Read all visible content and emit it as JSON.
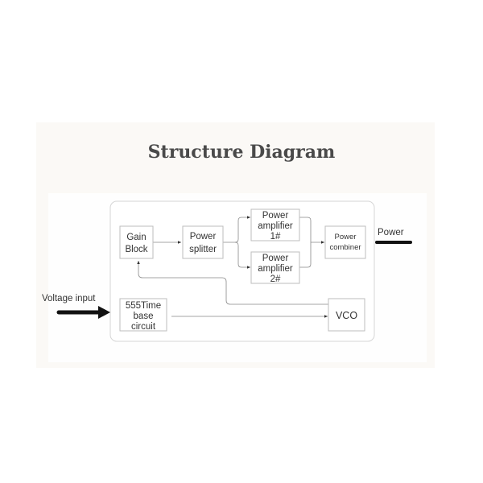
{
  "title": "Structure Diagram",
  "input_label": "Voltage input",
  "output_label": "Power",
  "blocks": {
    "gain": [
      "Gain",
      "Block"
    ],
    "splitter": [
      "Power",
      "splitter"
    ],
    "pa1": [
      "Power",
      "amplifier",
      "1#"
    ],
    "pa2": [
      "Power",
      "amplifier",
      "2#"
    ],
    "combiner": [
      "Power",
      "combiner"
    ],
    "timer": [
      "555Time",
      "base",
      "circuit"
    ],
    "vco": [
      "VCO"
    ]
  }
}
